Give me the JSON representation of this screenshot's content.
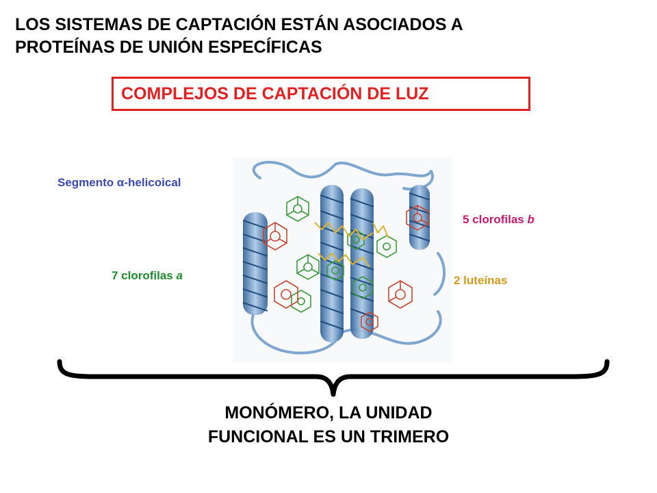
{
  "title": {
    "line1": "LOS SISTEMAS DE CAPTACIÓN ESTÁN ASOCIADOS A",
    "line2": "PROTEÍNAS DE UNIÓN ESPECÍFICAS"
  },
  "subtitle_box": "COMPLEJOS DE CAPTACIÓN DE LUZ",
  "labels": {
    "helix_prefix": "Segmento ",
    "helix_symbol": "α",
    "helix_suffix": "-helicoical",
    "chl_a_prefix": "7 clorofilas ",
    "chl_a_letter": "a",
    "chl_b_prefix": "5 clorofilas ",
    "chl_b_letter": "b",
    "luteins": "2 luteínas"
  },
  "bottom": {
    "line1": "MONÓMERO, LA UNIDAD",
    "line2": "FUNCIONAL ES UN TRIMERO"
  },
  "colors": {
    "title": "#000000",
    "accent_red": "#e32020",
    "helix": "#3b49b3",
    "chlorophyll_a": "#1e8a2a",
    "chlorophyll_b": "#c51a6d",
    "lutein": "#d49a1e",
    "ribbon_blue": "#6e9ac8"
  }
}
